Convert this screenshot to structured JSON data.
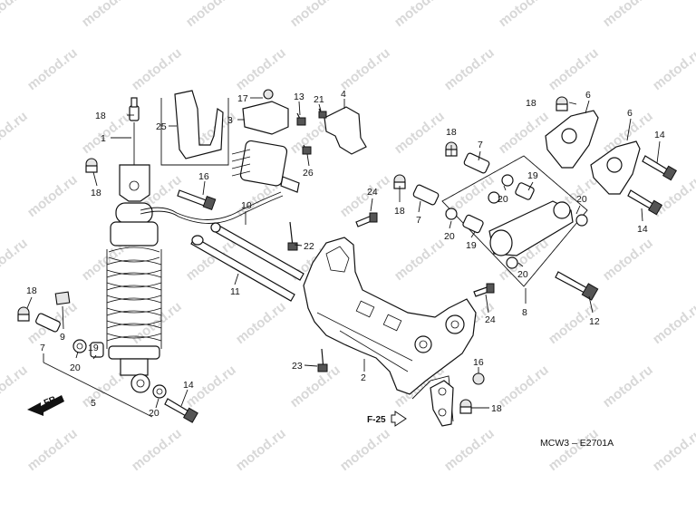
{
  "watermark": "motod.ru",
  "diagram_code": "MCW3 – E2701A",
  "front_arrow_label": "FR.",
  "ref_label": "F-25",
  "callouts": {
    "c1": "1",
    "c2": "2",
    "c3": "3",
    "c4": "4",
    "c5": "5",
    "c6a": "6",
    "c6b": "6",
    "c7a": "7",
    "c7b": "7",
    "c7c": "7",
    "c8": "8",
    "c9": "9",
    "c10": "10",
    "c11": "11",
    "c12": "12",
    "c13": "13",
    "c14a": "14",
    "c14b": "14",
    "c14c": "14",
    "c16a": "16",
    "c16b": "16",
    "c17": "17",
    "c18a": "18",
    "c18b": "18",
    "c18c": "18",
    "c18d": "18",
    "c18e": "18",
    "c18f": "18",
    "c18g": "18",
    "c19a": "19",
    "c19b": "19",
    "c19c": "19",
    "c20a": "20",
    "c20b": "20",
    "c20c": "20",
    "c20d": "20",
    "c20e": "20",
    "c20f": "20",
    "c21": "21",
    "c22": "22",
    "c23": "23",
    "c24a": "24",
    "c24b": "24",
    "c25": "25",
    "c26": "26"
  },
  "colors": {
    "line": "#111111",
    "watermark": "#d8d8d8",
    "background": "#ffffff"
  }
}
